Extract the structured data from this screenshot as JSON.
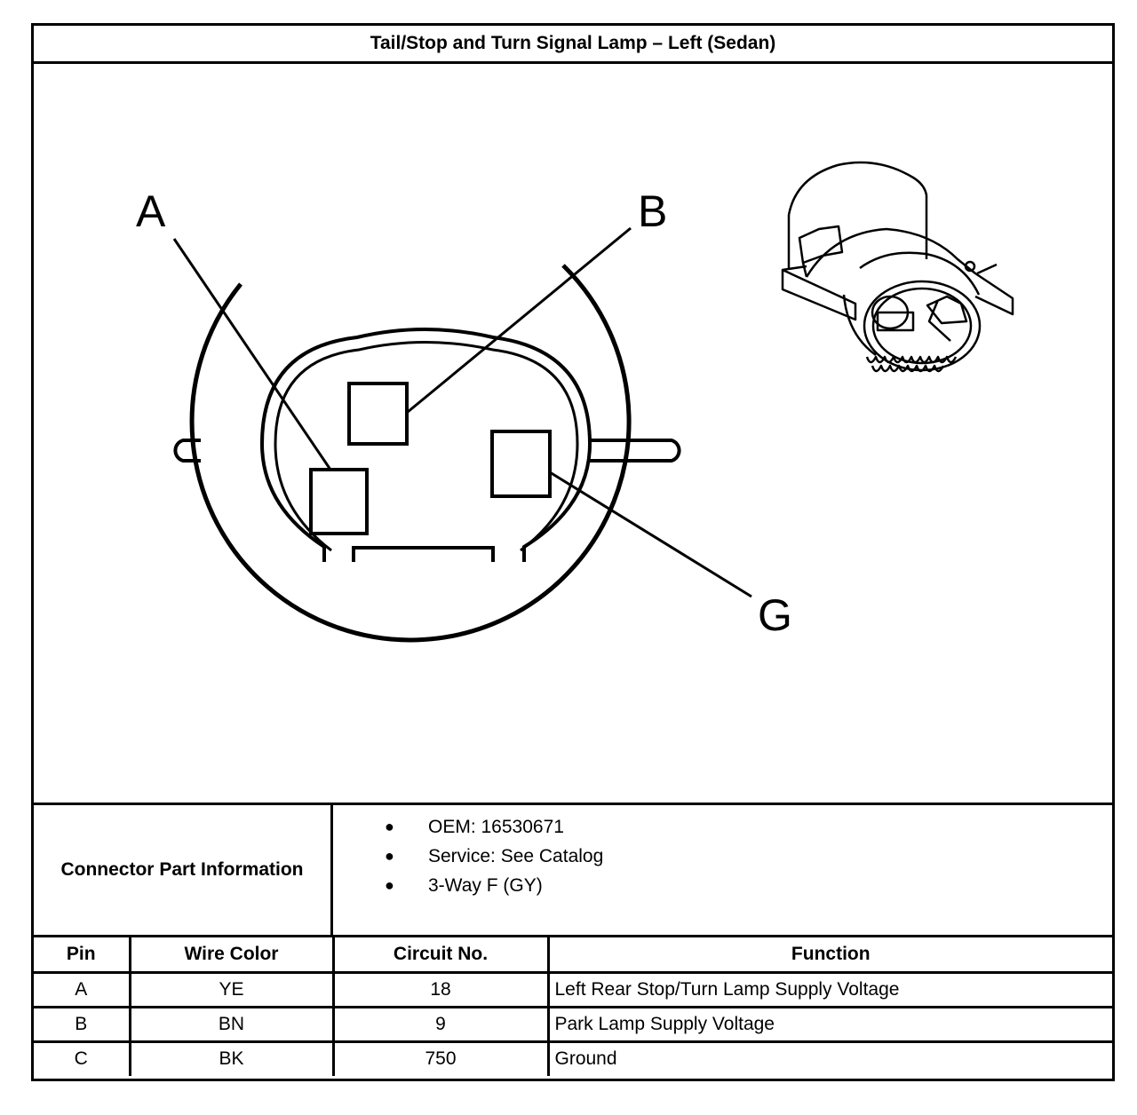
{
  "title": "Tail/Stop and Turn Signal Lamp – Left (Sedan)",
  "diagram": {
    "labels": [
      "A",
      "B",
      "G"
    ]
  },
  "connector_info": {
    "label": "Connector Part Information",
    "items": [
      "OEM: 16530671",
      "Service: See Catalog",
      "3-Way F (GY)"
    ]
  },
  "table": {
    "headers": [
      "Pin",
      "Wire Color",
      "Circuit No.",
      "Function"
    ],
    "rows": [
      [
        "A",
        "YE",
        "18",
        "Left Rear Stop/Turn Lamp Supply Voltage"
      ],
      [
        "B",
        "BN",
        "9",
        "Park Lamp Supply Voltage"
      ],
      [
        "C",
        "BK",
        "750",
        "Ground"
      ]
    ]
  }
}
